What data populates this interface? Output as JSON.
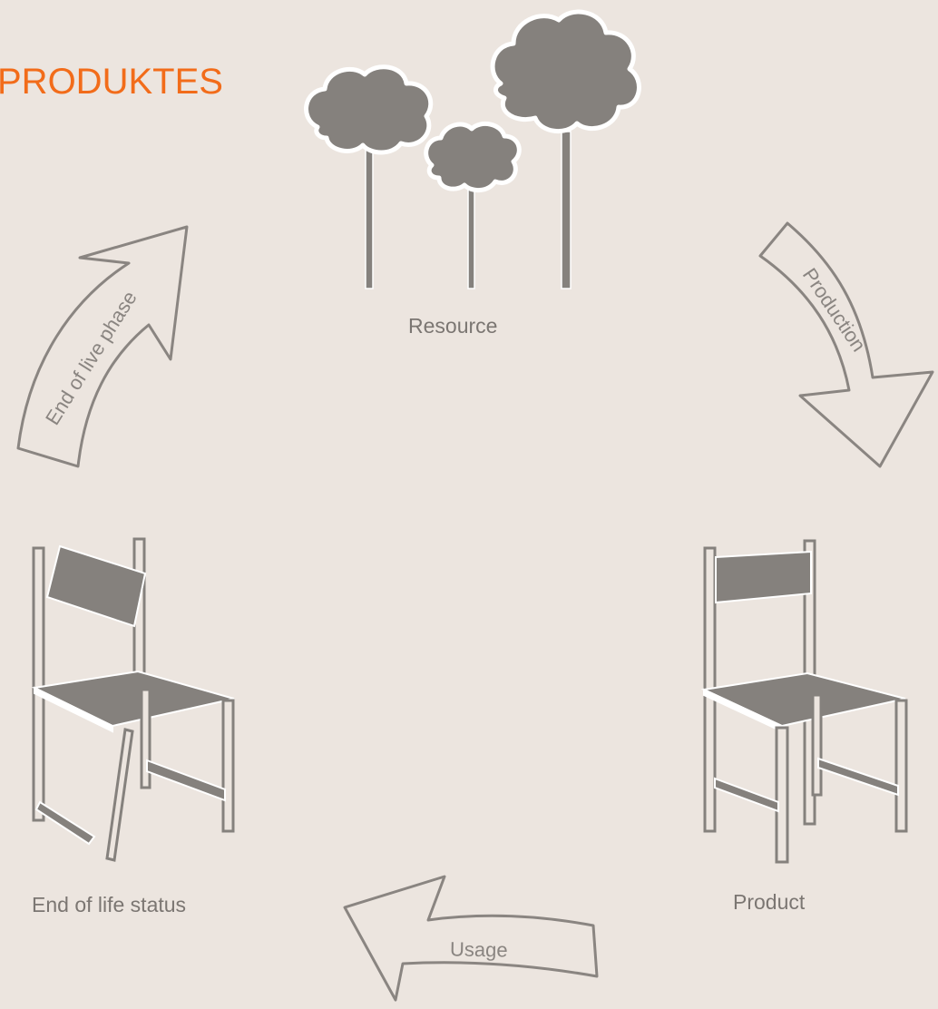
{
  "title": "PRODUKTES",
  "nodes": {
    "resource": "Resource",
    "product": "Product",
    "end_of_life_status": "End of life status"
  },
  "arrows": {
    "production": "Production",
    "usage": "Usage",
    "end_of_life_phase": "End of live phase"
  },
  "colors": {
    "title": "#f26c1a",
    "background": "#ece5df",
    "shape_fill": "#85817d",
    "outline": "#8a8581"
  }
}
